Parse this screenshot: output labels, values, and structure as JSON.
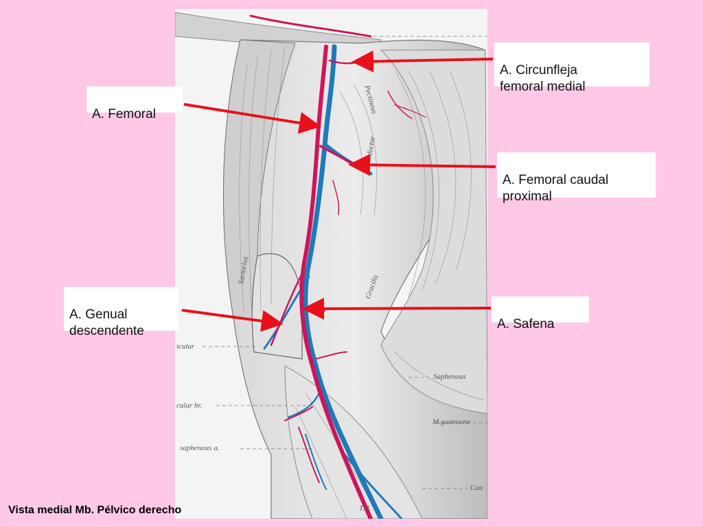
{
  "callouts": {
    "circunfleja": "A. Circunfleja\nfemoral medial",
    "femoral": "A. Femoral",
    "caudal": "A. Femoral caudal\nproximal",
    "genual": "A. Genual\ndescendente",
    "safena": "A. Safena"
  },
  "plate_labels": {
    "pectineus": "Pectineus",
    "adductor": "Adductor",
    "gracilis": "Gracilis",
    "sartorius": "Sartorius",
    "saphenous_n": "Saphenous",
    "gastrocnemius": "M.gastrocne",
    "articular": "icular",
    "articular_br": "cular br.",
    "saphenous_a": "saphenous a.",
    "cau": "Cau",
    "initials": "T.B."
  },
  "caption": "Vista medial Mb. Pélvico derecho",
  "colors": {
    "background": "#ffc8e6",
    "artery": "#d0145a",
    "vein": "#1f7ab8",
    "pointer": "#e8101a"
  }
}
